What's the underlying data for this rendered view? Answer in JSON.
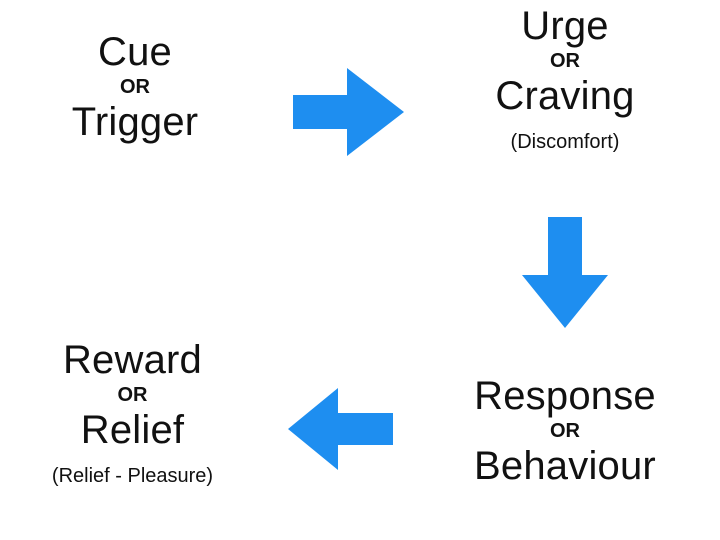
{
  "nodes": {
    "cue": {
      "line1": "Cue",
      "connector": "OR",
      "line2": "Trigger"
    },
    "urge": {
      "line1": "Urge",
      "connector": "OR",
      "line2": "Craving",
      "note": "(Discomfort)"
    },
    "response": {
      "line1": "Response",
      "connector": "OR",
      "line2": "Behaviour"
    },
    "reward": {
      "line1": "Reward",
      "connector": "OR",
      "line2": "Relief",
      "note": "(Relief - Pleasure)"
    }
  },
  "colors": {
    "arrow": "#1e8ef0",
    "text": "#111111",
    "background": "#ffffff"
  },
  "icons": {
    "arrow_right": "arrow-right-icon",
    "arrow_down": "arrow-down-icon",
    "arrow_left": "arrow-left-icon"
  }
}
